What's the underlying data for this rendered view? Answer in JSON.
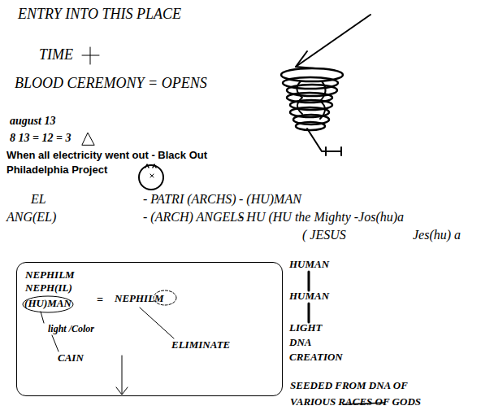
{
  "diagram": {
    "title": "ENTRY INTO THIS PLACE",
    "nodes": [
      {
        "text": [
          "NEPHILM",
          "NEPH(IL)",
          "=",
          "NEPHILM",
          "light /Color",
          "CAIN",
          "ELIMINATE"
        ]
      },
      {
        "text": [
          "(HU)MAN"
        ],
        "in": 0
      }
    ],
    "labels": [
      "TIME",
      "BLOOD CEREMONY = OPENS",
      "august 13",
      "8 13 = 12 = 3",
      "When all electricity went out - Black Out",
      "Philadelphia Project",
      "EL",
      "- PATRI (ARCHS)",
      "- (HU)MAN",
      "ANG(EL)",
      "- (ARCH) ANGELS",
      "- HU (HU the Mighty -Jos(hu)a",
      "( JESUS",
      "Jes(hu) a",
      "HUMAN",
      "HUMAN",
      "LIGHT",
      "DNA",
      "CREATION",
      "SEEDED FROM DNA OF",
      "VARIOUS RACES OF GODS"
    ]
  }
}
